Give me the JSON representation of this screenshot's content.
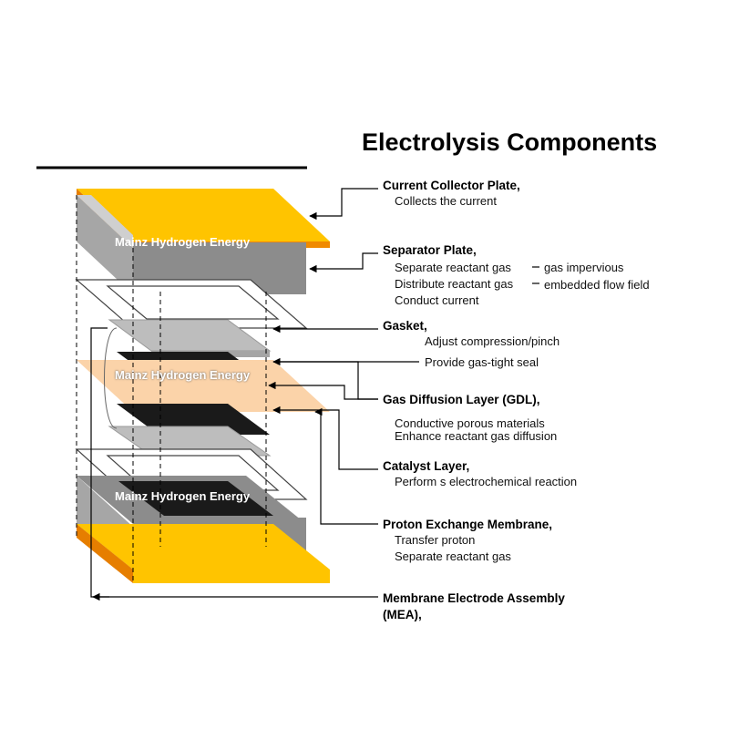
{
  "title": "Electrolysis Components",
  "watermark": "Mainz Hydrogen Energy",
  "colors": {
    "collector_top": "#ffc400",
    "collector_edge": "#f08a00",
    "plate_top": "#bdbdbd",
    "plate_front": "#8e8e8e",
    "gdl": "#fbd3a9",
    "catalyst": "#1a1a1a",
    "gasket_fill": "#ffffff"
  },
  "components": [
    {
      "name": "Current Collector Plate,",
      "lines": [
        "Collects the current"
      ]
    },
    {
      "name": "Separator Plate,",
      "lines": [
        "Separate reactant gas",
        "Distribute reactant gas",
        "Conduct current"
      ],
      "notes": [
        "gas impervious",
        "embedded flow field"
      ]
    },
    {
      "name": "Gasket,",
      "lines": [
        "Adjust compression/pinch",
        "Provide gas-tight seal"
      ]
    },
    {
      "name": "Gas Diffusion Layer (GDL),",
      "lines": [
        "Conductive porous materials",
        "Enhance reactant gas diffusion"
      ]
    },
    {
      "name": "Catalyst Layer,",
      "lines": [
        "Perform s electrochemical reaction"
      ]
    },
    {
      "name": "Proton Exchange Membrane,",
      "lines": [
        "Transfer proton",
        "Separate reactant gas"
      ]
    },
    {
      "name": "Membrane Electrode Assembly",
      "lines": [
        "(MEA),"
      ]
    }
  ]
}
